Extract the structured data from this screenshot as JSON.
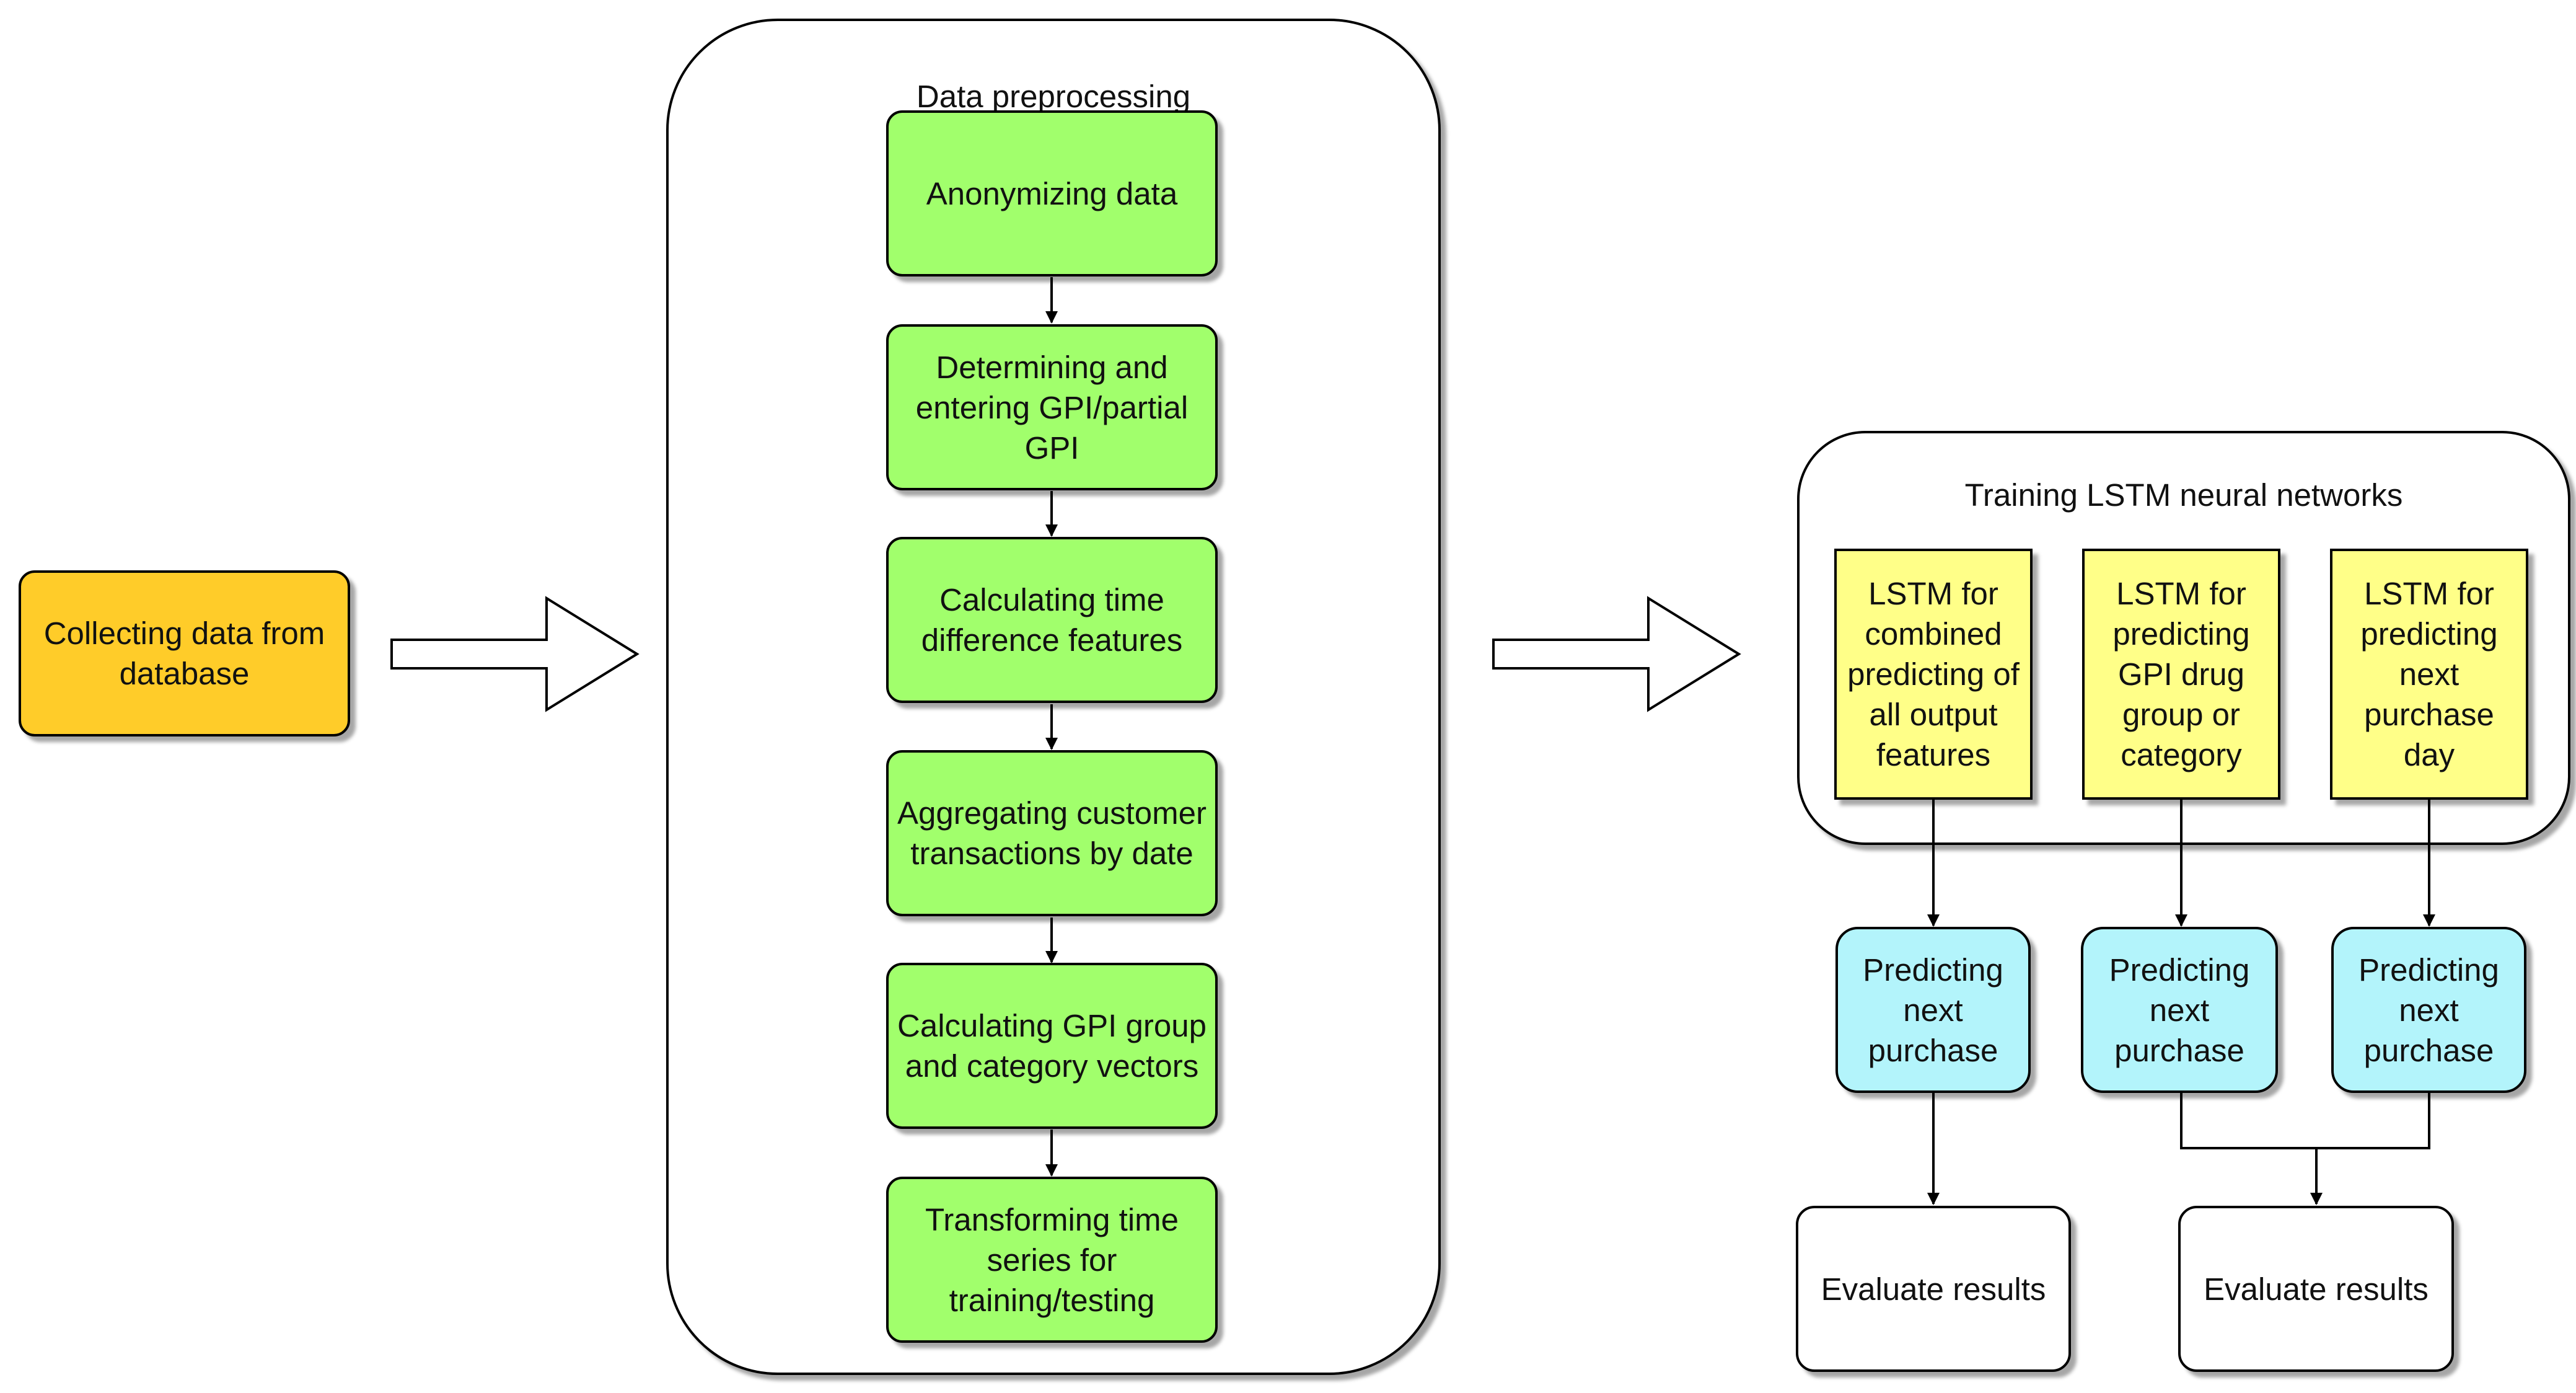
{
  "nodes": {
    "collect": "Collecting data from database",
    "anonymize": "Anonymizing data",
    "gpi": "Determining and entering GPI/partial GPI",
    "timediff": "Calculating time difference features",
    "aggregate": "Aggregating customer transactions by date",
    "vectors": "Calculating GPI group and category vectors",
    "transform": "Transforming time series for training/testing",
    "lstm_combined": "LSTM for combined predicting of all output features",
    "lstm_gpi": "LSTM for predicting GPI drug group or category",
    "lstm_day": "LSTM for predicting next purchase day",
    "predict_1": "Predicting next purchase",
    "predict_2": "Predicting next purchase",
    "predict_3": "Predicting next purchase",
    "evaluate_1": "Evaluate results",
    "evaluate_2": "Evaluate results"
  },
  "groups": {
    "preprocessing": "Data preprocessing",
    "training": "Training LSTM neural networks"
  },
  "colors": {
    "orange": "#FFCC29",
    "green": "#A1FF6C",
    "yellow": "#FFFF88",
    "cyan": "#B3F4FB",
    "white": "#FFFFFF"
  }
}
